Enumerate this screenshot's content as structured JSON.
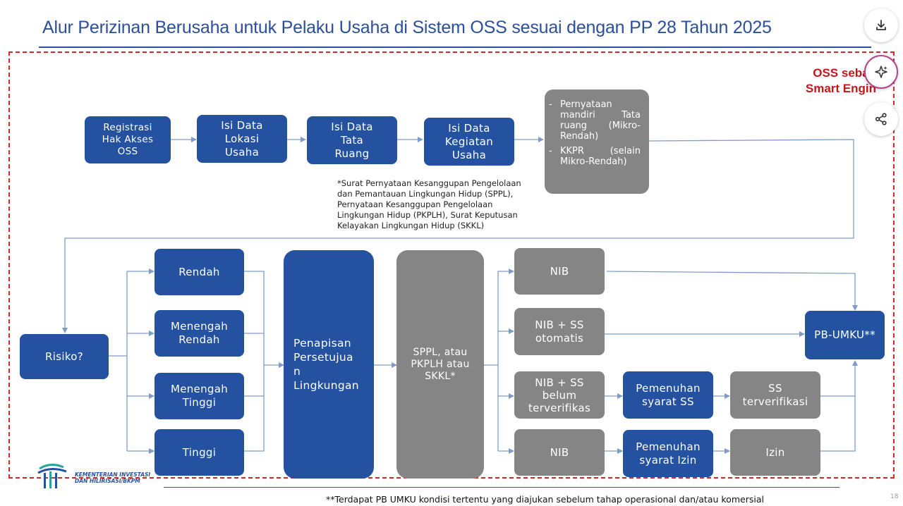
{
  "title": "Alur Perizinan Berusaha untuk Pelaku Usaha di Sistem OSS sesuai dengan PP 28 Tahun 2025",
  "oss_label": {
    "line1": "OSS sebag",
    "line2": "Smart Engin"
  },
  "nodes": {
    "registrasi": "Registrasi\nHak Akses\nOSS",
    "lokasi": "Isi Data\nLokasi\nUsaha",
    "tata_ruang": "Isi Data\nTata\nRuang",
    "kegiatan": "Isi Data\nKegiatan\nUsaha",
    "risiko": "Risiko?",
    "rendah": "Rendah",
    "menengah_rendah": "Menengah\nRendah",
    "menengah_tinggi": "Menengah\nTinggi",
    "tinggi": "Tinggi",
    "penapisan": "Penapisan\nPersetujua\nn\nLingkungan",
    "sppl": "SPPL, atau\nPKPLH atau\nSKKL*",
    "nib1": "NIB",
    "nib_ss_otomatis": "NIB + SS\notomatis",
    "nib_ss_belum": "NIB + SS\nbelum\nterverifikas",
    "nib2": "NIB",
    "pemenuhan_ss": "Pemenuhan\nsyarat SS",
    "pemenuhan_izin": "Pemenuhan\nsyarat Izin",
    "ss_terverifikasi": "SS\nterverifikasi",
    "izin": "Izin",
    "pb_umku": "PB-UMKU**"
  },
  "gray_list": [
    "Pernyataan mandiri Tata ruang (Mikro-Rendah)",
    "KKPR (selain Mikro-Rendah)"
  ],
  "note": "*Surat Pernyataan Kesanggupan Pengelolaan\ndan Pemantauan Lingkungan Hidup (SPPL),\nPernyataan Kesanggupan Pengelolaan\nLingkungan Hidup (PKPLH), Surat Keputusan\nKelayakan Lingkungan Hidup (SKKL)",
  "footer": "**Terdapat PB UMKU kondisi tertentu yang diajukan sebelum tahap operasional dan/atau komersial",
  "logo_text": "KEMENTERIAN INVESTASI\nDAN HILIRISASI/BKPM",
  "page_number": "18",
  "fab_icons": [
    "download-icon",
    "sparkle-icon",
    "share-icon"
  ],
  "colors": {
    "blue_node": "#2451a0",
    "gray_node": "#858585",
    "dashed_frame": "#d6282b",
    "title": "#2a4f9c"
  }
}
